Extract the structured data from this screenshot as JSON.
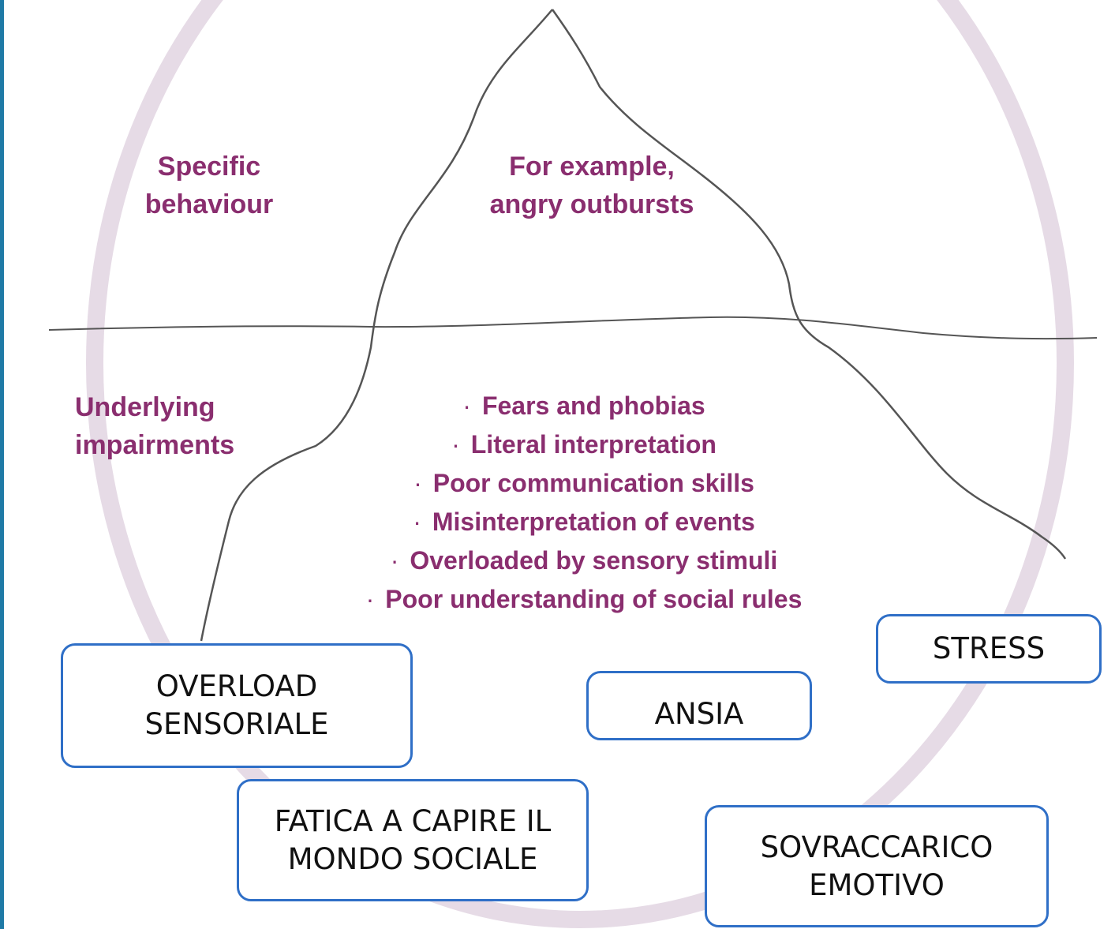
{
  "iceberg": {
    "above_label": [
      "Specific",
      "behaviour"
    ],
    "above_example": [
      "For example,",
      "angry outbursts"
    ],
    "below_label": [
      "Underlying",
      "impairments"
    ],
    "bullet_glyph": "·",
    "impairments": [
      "Fears and phobias",
      "Literal interpretation",
      "Poor communication skills",
      "Misinterpretation of events",
      "Overloaded by sensory stimuli",
      "Poor understanding of social rules"
    ],
    "text_color": "#8a2e6f",
    "circle_color": "#e6dbe6"
  },
  "boxes": {
    "overload": [
      "OVERLOAD",
      "SENSORIALE"
    ],
    "ansia": [
      "ANSIA"
    ],
    "stress": [
      "STRESS"
    ],
    "fatica": [
      "FATICA A CAPIRE IL",
      "MONDO SOCIALE"
    ],
    "sovraccarico": [
      "SOVRACCARICO",
      "EMOTIVO"
    ],
    "border_color": "#2f6fc7"
  }
}
